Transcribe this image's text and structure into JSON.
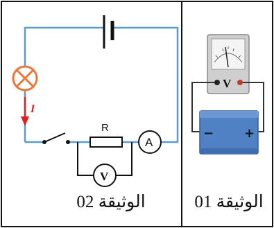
{
  "panels": {
    "document_02": {
      "caption": "الوثيقة 02"
    },
    "document_01": {
      "caption": "الوثيقة 01"
    }
  },
  "circuit": {
    "resistor_label": "R",
    "current_label": "I",
    "ammeter_symbol": "A",
    "voltmeter_symbol": "V",
    "components": [
      "battery-cell",
      "lamp",
      "switch",
      "resistor",
      "ammeter",
      "voltmeter"
    ]
  },
  "battery_test": {
    "meter_symbol": "V",
    "negative_terminal": "−",
    "positive_terminal": "+"
  },
  "colors": {
    "wire_blue": "#5b9bd5",
    "lamp_orange": "#e8773a",
    "current_red": "#e02020",
    "battery_blue": "#4f81c4",
    "meter_gray": "#cfcfcf"
  }
}
